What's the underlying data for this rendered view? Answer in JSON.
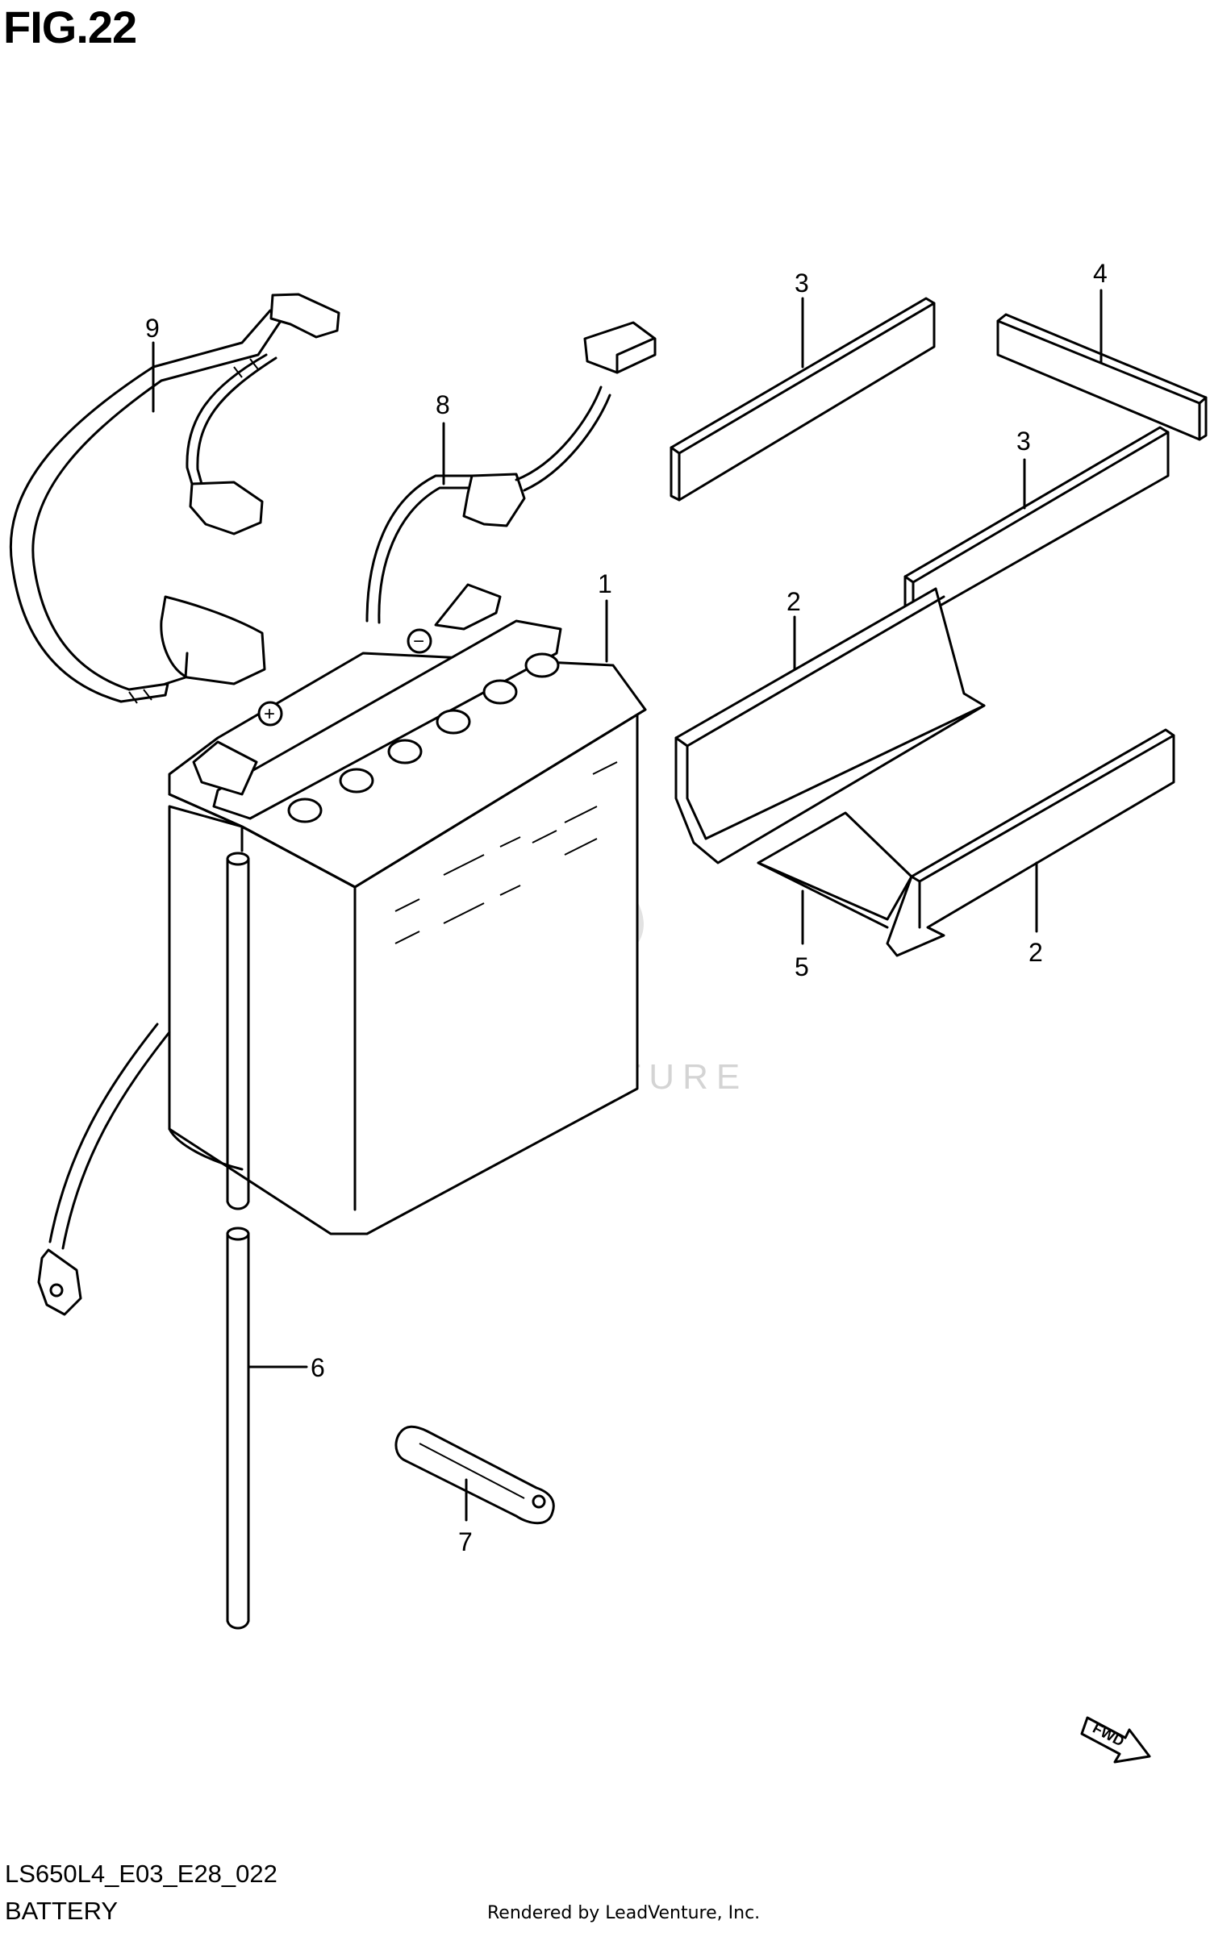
{
  "figure": {
    "title": "FIG.22",
    "drawing_code": "LS650L4_E03_E28_022",
    "caption": "BATTERY",
    "credit": "Rendered by LeadVenture, Inc.",
    "watermark": "LEADVENTURE"
  },
  "callouts": [
    {
      "id": "1",
      "label": "1"
    },
    {
      "id": "2a",
      "label": "2"
    },
    {
      "id": "2b",
      "label": "2"
    },
    {
      "id": "3a",
      "label": "3"
    },
    {
      "id": "3b",
      "label": "3"
    },
    {
      "id": "4",
      "label": "4"
    },
    {
      "id": "5",
      "label": "5"
    },
    {
      "id": "6",
      "label": "6"
    },
    {
      "id": "7",
      "label": "7"
    },
    {
      "id": "8",
      "label": "8"
    },
    {
      "id": "9",
      "label": "9"
    }
  ],
  "direction_marker": {
    "label": "FWD"
  },
  "terminal_marks": {
    "positive": "+",
    "negative": "−"
  }
}
